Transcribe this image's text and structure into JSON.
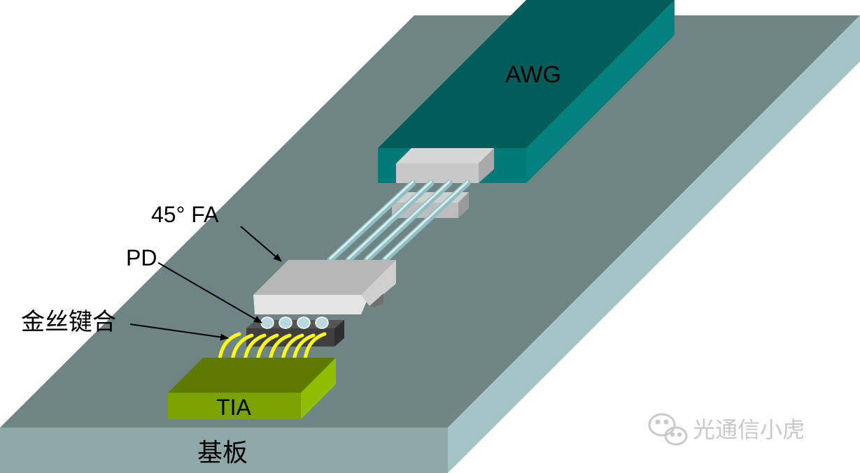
{
  "labels": {
    "awg": "AWG",
    "fa": "45° FA",
    "pd": "PD",
    "wire_bond": "金丝键合",
    "tia": "TIA",
    "substrate": "基板"
  },
  "watermark": {
    "text": "光通信小虎",
    "icon": "wechat-icon"
  },
  "colors": {
    "substrate_top": "#6f8484",
    "substrate_side": "#a5c4c6",
    "substrate_front": "#8fa9ab",
    "awg_top": "#005d5a",
    "awg_side": "#00807f",
    "fa_block": "#b7b7b7",
    "pd_chip": "#4a4a4a",
    "wire": "#ffff00",
    "tia_top": "#5f7a00",
    "tia_front": "#7aa300"
  }
}
